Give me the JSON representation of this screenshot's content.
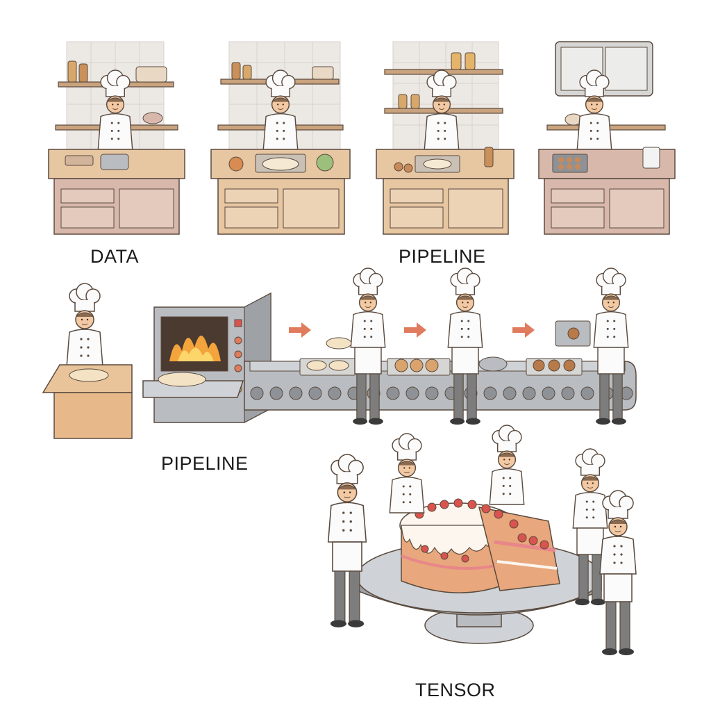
{
  "labels": {
    "data": "DATA",
    "pipeline_top": "PIPELINE",
    "pipeline_mid": "PIPELINE",
    "tensor": "TENSOR"
  },
  "colors": {
    "outline": "#5a4a3e",
    "counter_wood": "#e7c6a2",
    "cabinet_pink": "#d9b8ac",
    "tile": "#ece8e4",
    "steel": "#b9bcc0",
    "steel_dark": "#8e9296",
    "flame": "#f4a43c",
    "arrow": "#e07b5e",
    "strawberry": "#d9534f",
    "sponge": "#e8a77c",
    "cream": "#fdf6ee",
    "chef_white": "#fbfbfb",
    "pants": "#7d7d7d",
    "skin": "#f2c9a3"
  },
  "icons": {
    "arrow": "right-arrow-icon",
    "chef": "chef-icon"
  }
}
